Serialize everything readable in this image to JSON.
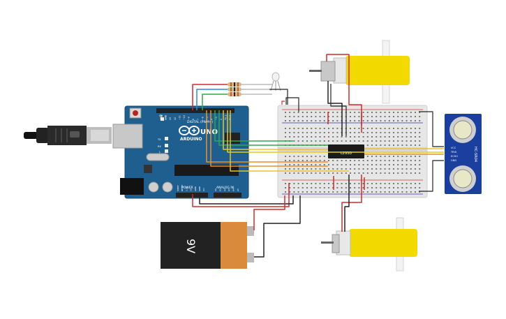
{
  "arduino": {
    "brand": "ARDUINO",
    "model": "UNO",
    "digital_label": "DIGITAL (PWM~)",
    "power_label": "POWER",
    "analog_label": "ANALOG IN",
    "on_label": "ON",
    "tx_label": "TX",
    "rx_label": "RX",
    "l_label": "L",
    "digital_pins": [
      "AREF",
      "GND",
      "13",
      "12",
      "~11",
      "~10",
      "~9",
      "8",
      "7",
      "~6",
      "~5",
      "4",
      "~3",
      "2",
      "TX 1",
      "RX 0"
    ],
    "power_pins": [
      "IOREF",
      "RESET",
      "3.3V",
      "5V",
      "GND",
      "GND",
      "Vin"
    ],
    "analog_pins": [
      "A0",
      "A1",
      "A2",
      "A3",
      "A4",
      "A5"
    ]
  },
  "battery": {
    "label": "9V"
  },
  "driver_ic": {
    "label": "L293D"
  },
  "sensor": {
    "model": "HC-SR04",
    "pins": [
      "VCC",
      "TRIG",
      "ECHO",
      "GND"
    ]
  },
  "colors": {
    "board": "#1f5f8f",
    "breadboard": "#e6e6e6",
    "motor": "#f2d900",
    "wire_red": "#d12b2b",
    "wire_black": "#222222",
    "wire_green": "#2ea84a",
    "wire_blue": "#2b8bd6",
    "wire_orange": "#e8912a",
    "wire_yellow": "#e8c628"
  }
}
